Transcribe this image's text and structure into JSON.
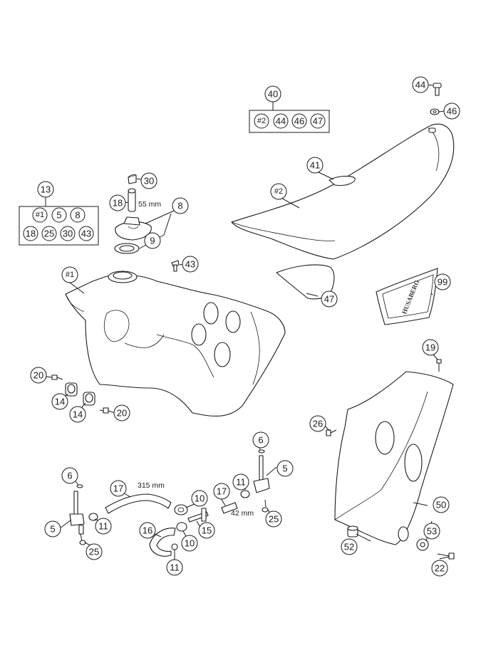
{
  "diagram": {
    "callouts": {
      "c13": "13",
      "c40": "40",
      "c44": "44",
      "c46": "46",
      "c41": "41",
      "c2a": "#2",
      "c30": "30",
      "c18": "18",
      "c8": "8",
      "c9": "9",
      "c43": "43",
      "c47": "47",
      "c99": "99",
      "c1a": "#1",
      "c20a": "20",
      "c14a": "14",
      "c14b": "14",
      "c20b": "20",
      "c19": "19",
      "c26": "26",
      "c6a": "6",
      "c5a": "5",
      "c11a": "11",
      "c25a": "25",
      "c17a": "17",
      "c10a": "10",
      "c17b": "17",
      "c6b": "6",
      "c5b": "5",
      "c11b": "11",
      "c25b": "25",
      "c16": "16",
      "c15": "15",
      "c10b": "10",
      "c11c": "11",
      "c50": "50",
      "c53": "53",
      "c52": "52",
      "c22": "22"
    },
    "group13": {
      "row1": [
        "#1",
        "5",
        "8"
      ],
      "row2": [
        "18",
        "25",
        "30",
        "43"
      ]
    },
    "group40": [
      "#2",
      "44",
      "46",
      "47"
    ],
    "dimensions": {
      "vent_hose": "55 mm",
      "fuel_hose": "315 mm",
      "short_hose": "42 mm"
    }
  }
}
